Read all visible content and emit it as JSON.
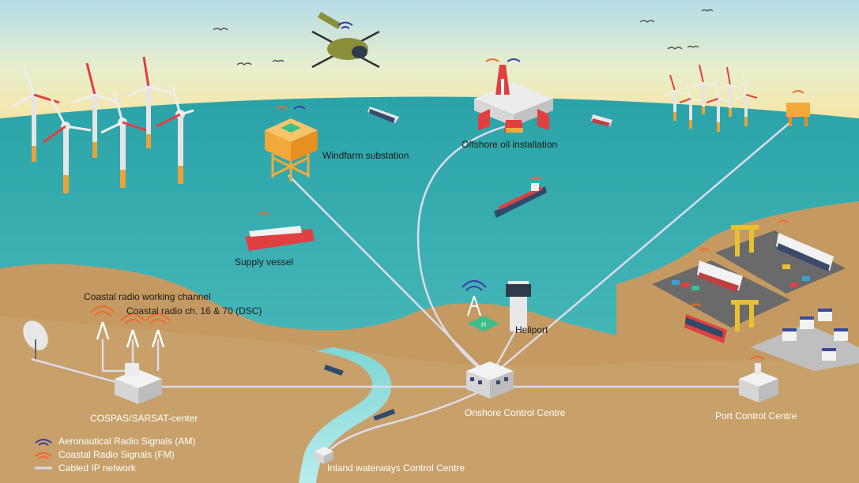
{
  "labels": {
    "windfarm_substation": "Windfarm substation",
    "offshore_oil": "Offshore oil installation",
    "supply_vessel": "Supply vessel",
    "coastal_working": "Coastal radio working channel",
    "coastal_dsc": "Coastal radio ch. 16 & 70 (DSC)",
    "heliport": "Heliport",
    "cospas": "COSPAS/SARSAT-center",
    "onshore": "Onshore Control Centre",
    "port": "Port Control Centre",
    "inland": "Inland waterways Control Centre"
  },
  "legend": [
    {
      "label": "Aeronautical Radio Signals (AM)",
      "color": "#3b3aa8",
      "kind": "am-waves"
    },
    {
      "label": "Coastal Radio Signals (FM)",
      "color": "#f06a2a",
      "kind": "fm-waves"
    },
    {
      "label": "Cabled IP network",
      "color": "#d9d9e6",
      "kind": "line"
    }
  ],
  "colors": {
    "sea": "#3fb3b3",
    "land": "#c8a06a",
    "sky_top": "#b8dde8",
    "sky_bottom": "#f7e6a8",
    "network": "#dcdce8"
  }
}
